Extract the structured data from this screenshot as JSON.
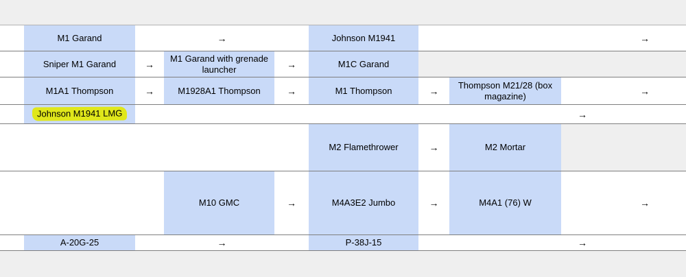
{
  "icons": {
    "arrow_right": "→"
  },
  "colors": {
    "unit_cell_blue": "#c9daf8",
    "band_grey": "#efefef",
    "highlight_yellow": "#e0e71b",
    "row_border_grey": "#7e7e7e",
    "background": "#ffffff"
  },
  "rows": {
    "rifles": {
      "m1_garand": "M1 Garand",
      "johnson_m1941": "Johnson M1941"
    },
    "snipers": {
      "sniper_m1_garand": "Sniper M1 Garand",
      "m1_garand_grenade": "M1 Garand with grenade launcher",
      "m1c_garand": "M1C Garand"
    },
    "smgs": {
      "m1a1_thompson": "M1A1 Thompson",
      "m1928a1_thompson": "M1928A1 Thompson",
      "m1_thompson": "M1 Thompson",
      "thompson_m21_28": "Thompson M21/28 (box magazine)"
    },
    "lmg": {
      "johnson_m1941_lmg": "Johnson M1941 LMG"
    },
    "support": {
      "m2_flamethrower": "M2 Flamethrower",
      "m2_mortar": "M2 Mortar"
    },
    "vehicles": {
      "m10_gmc": "M10 GMC",
      "m4a3e2_jumbo": "M4A3E2 Jumbo",
      "m4a1_76_w": "M4A1 (76) W"
    },
    "aircraft": {
      "a_20g_25": "A-20G-25",
      "p_38j_15": "P-38J-15"
    }
  }
}
